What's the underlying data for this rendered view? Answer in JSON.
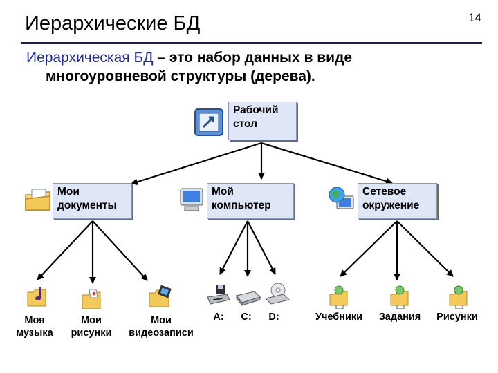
{
  "slide": {
    "title": "Иерархические БД",
    "page_number": "14",
    "subtitle_term": "Иерархическая БД",
    "subtitle_rest": " – это набор данных в виде",
    "subtitle_line2": "многоуровневой структуры (дерева)."
  },
  "tree": {
    "root": {
      "label": "Рабочий стол",
      "icon": "desktop-icon"
    },
    "level1": [
      {
        "label": "Мои документы",
        "icon": "folder-documents-icon"
      },
      {
        "label": "Мой компьютер",
        "icon": "computer-icon"
      },
      {
        "label": "Сетевое окружение",
        "icon": "network-globe-icon"
      }
    ],
    "leaves": {
      "documents": [
        {
          "label": "Моя музыка",
          "icon": "music-folder-icon"
        },
        {
          "label": "Мои рисунки",
          "icon": "pictures-folder-icon"
        },
        {
          "label": "Мои видеозаписи",
          "icon": "video-folder-icon"
        }
      ],
      "computer": [
        {
          "label": "A:",
          "icon": "floppy-drive-icon"
        },
        {
          "label": "C:",
          "icon": "hard-drive-icon"
        },
        {
          "label": "D:",
          "icon": "cd-drive-icon"
        }
      ],
      "network": [
        {
          "label": "Учебники",
          "icon": "shared-folder-icon"
        },
        {
          "label": "Задания",
          "icon": "shared-folder-icon"
        },
        {
          "label": "Рисунки",
          "icon": "shared-folder-icon"
        }
      ]
    }
  },
  "colors": {
    "title_rule": "#1c1c5a",
    "subtitle_term": "#1f2a9a",
    "box_fill": "#dfe6f6",
    "box_border": "#8a97c2"
  }
}
